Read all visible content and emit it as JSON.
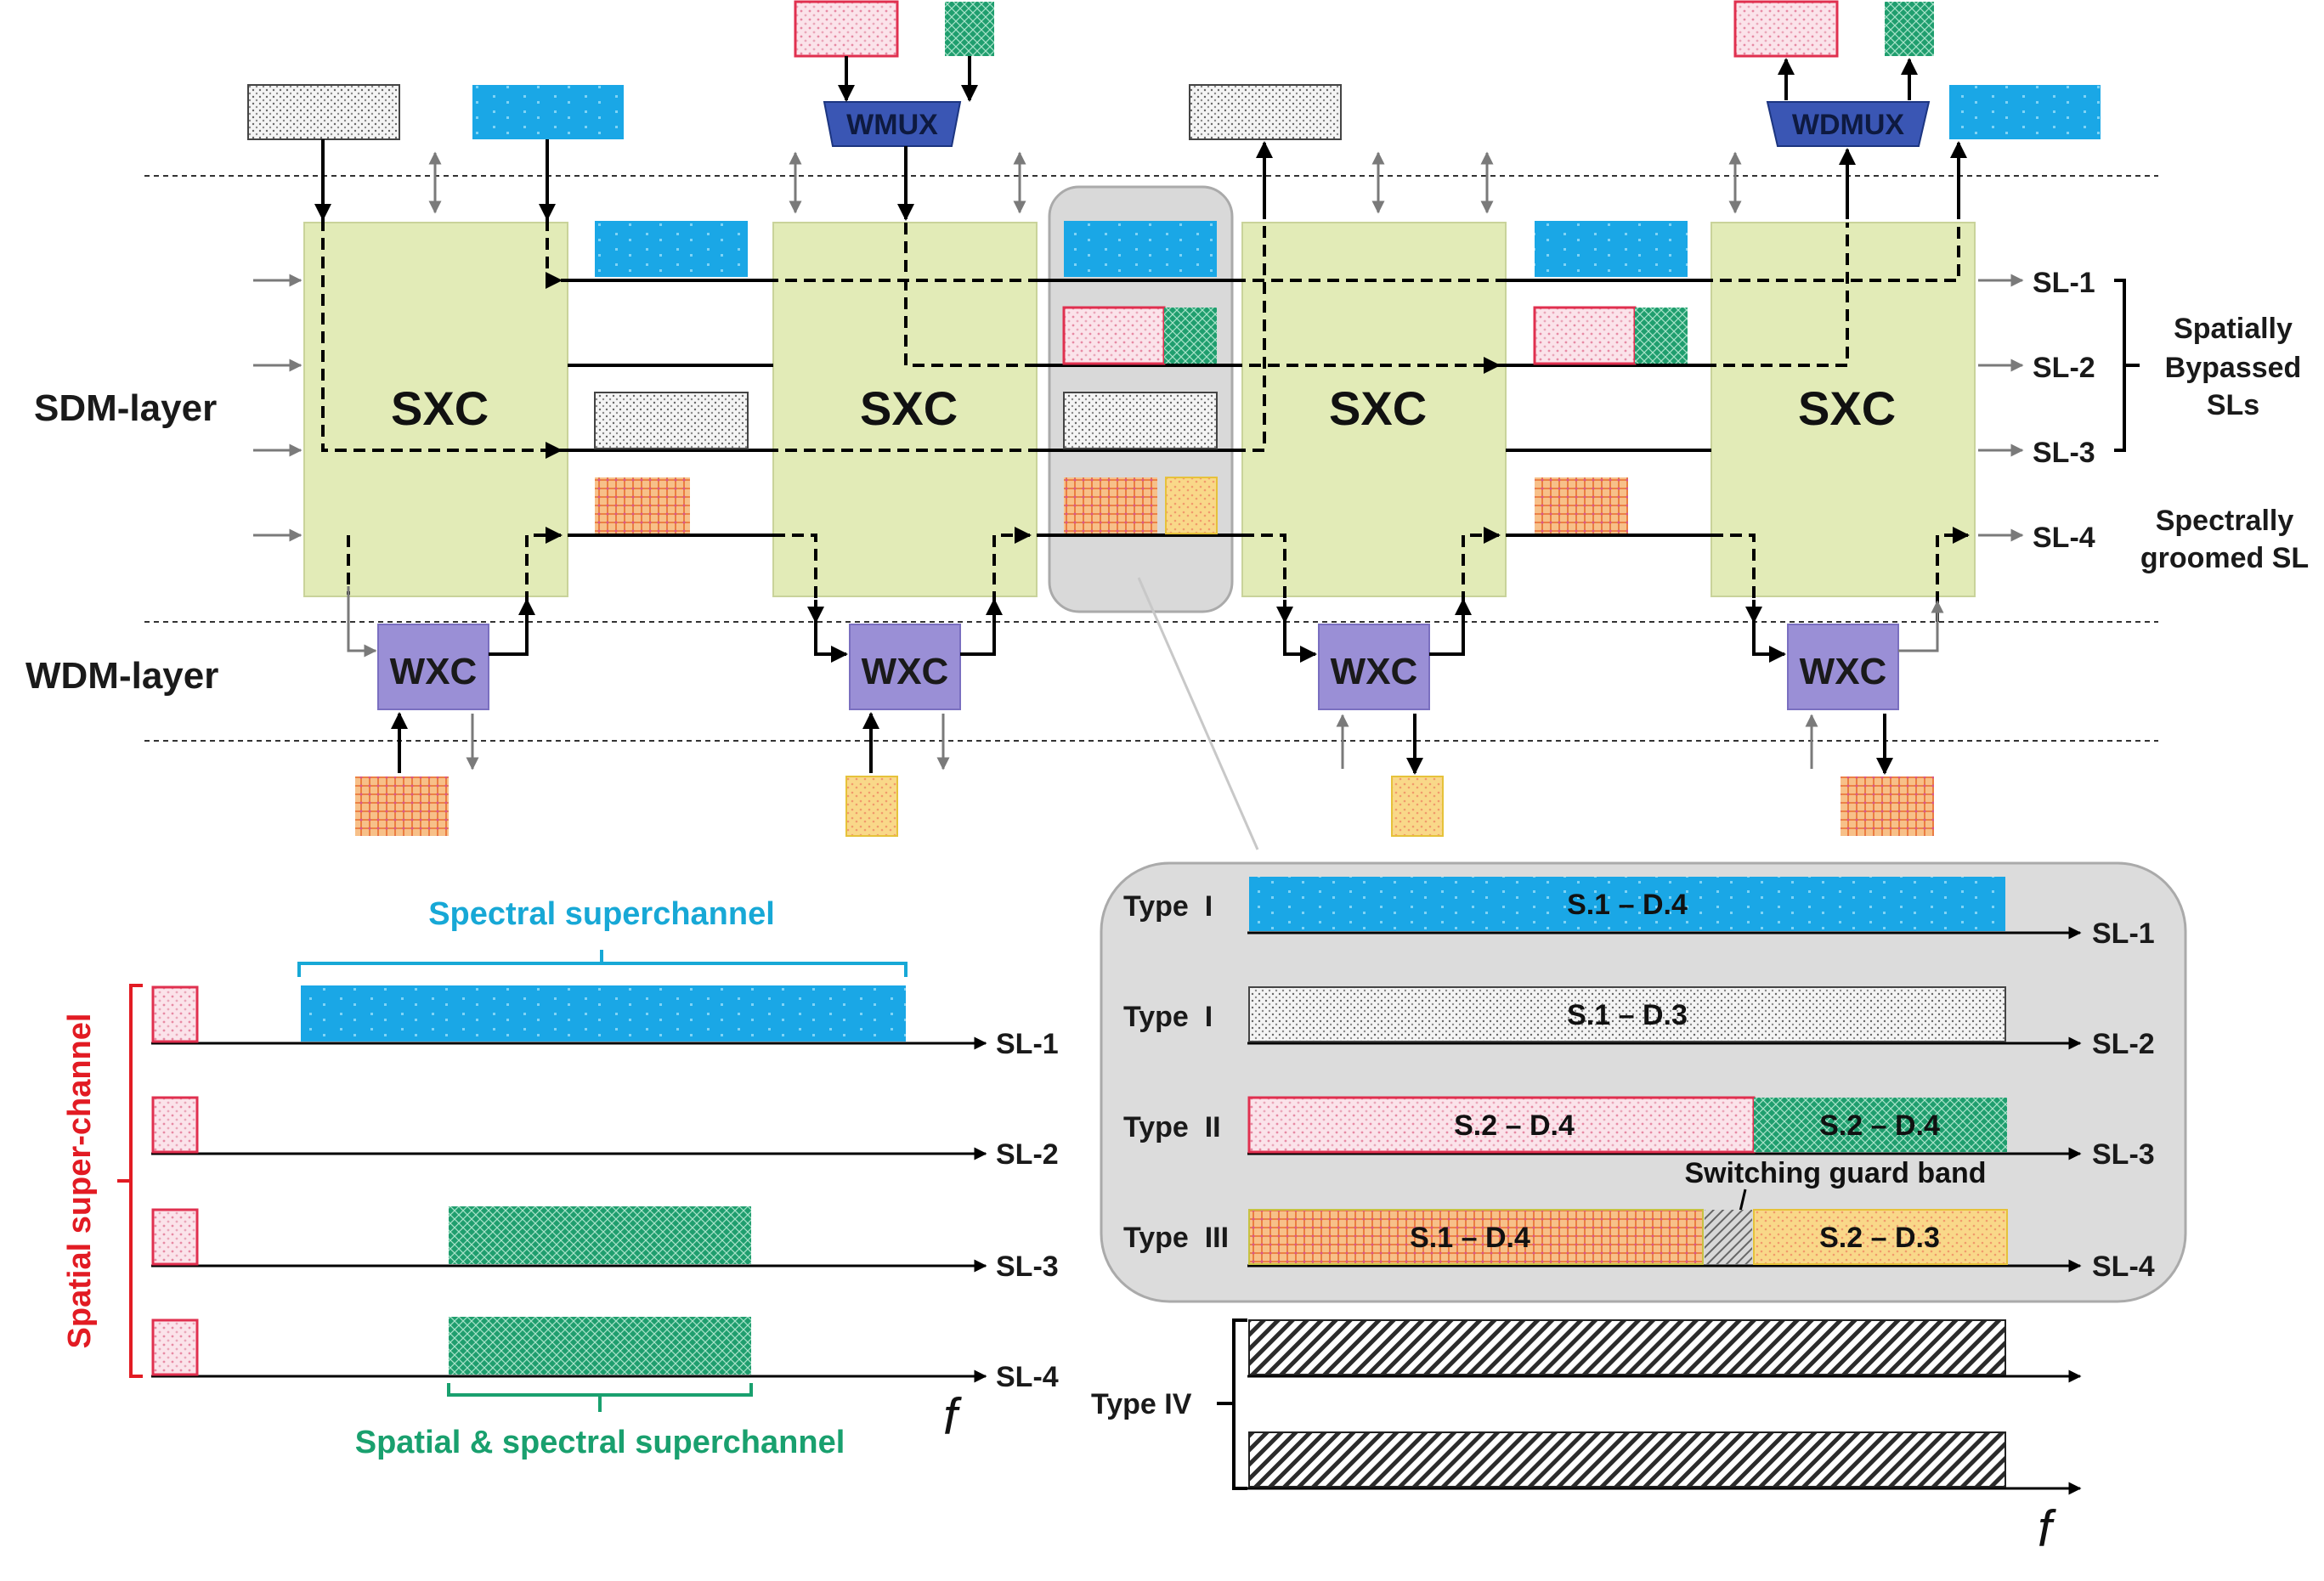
{
  "layers": {
    "sdm": "SDM-layer",
    "wdm": "WDM-layer"
  },
  "nodes": {
    "sxc": [
      "SXC",
      "SXC",
      "SXC",
      "SXC"
    ],
    "wxc": [
      "WXC",
      "WXC",
      "WXC",
      "WXC"
    ],
    "wmux": "WMUX",
    "wdmux": "WDMUX"
  },
  "sl_labels": [
    "SL-1",
    "SL-2",
    "SL-3",
    "SL-4"
  ],
  "right_annotations": {
    "bypassed_line1": "Spatially",
    "bypassed_line2": "Bypassed",
    "bypassed_line3": "SLs",
    "groomed_line1": "Spectrally",
    "groomed_line2": "groomed SL"
  },
  "left_panel": {
    "spectral_superchannel": "Spectral superchannel",
    "spatial_superchannel": "Spatial super-channel",
    "spatial_spectral_superchannel": "Spatial & spectral superchannel",
    "axis_f": "f",
    "sl_labels": [
      "SL-1",
      "SL-2",
      "SL-3",
      "SL-4"
    ]
  },
  "right_panel": {
    "type_labels": [
      "Type  I",
      "Type  I",
      "Type  II",
      "Type  III",
      "Type IV"
    ],
    "sl_labels": [
      "SL-1",
      "SL-2",
      "SL-3",
      "SL-4"
    ],
    "bars": {
      "b1": "S.1 – D.4",
      "b2": "S.1 – D.3",
      "b3a": "S.2 – D.4",
      "b3b": "S.2 – D.4",
      "b4a": "S.1 – D.4",
      "b4b": "S.2 – D.3"
    },
    "guard_band": "Switching guard band",
    "axis_f": "f"
  },
  "colors": {
    "sxc_fill": "#e2ebb7",
    "wxc_fill": "#9a8fd6",
    "blue": "#1aa7e6",
    "green": "#1f9e6e",
    "pink_border": "#e0304f",
    "orange": "#f4a261",
    "yellow": "#f6d36b",
    "wmux": "#3a56b4",
    "cyan_text": "#17a8d6",
    "green_text": "#19a06e",
    "red_text": "#e21b23"
  }
}
